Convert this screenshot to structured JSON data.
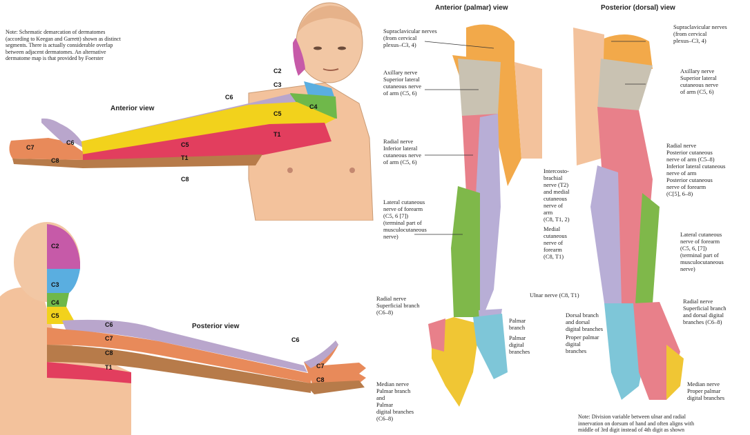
{
  "colors": {
    "skin": "#f3c29c",
    "C2": "#c65aa8",
    "C3": "#5aaee0",
    "C4": "#6fb84a",
    "C5": "#f2d21c",
    "C6": "#b9a6cc",
    "C7": "#e88a5a",
    "C8": "#b77b4a",
    "T1": "#e23e5e",
    "supraclavicular": "#f2a94a",
    "axillary": "#c9c2b2",
    "radial": "#e8808a",
    "lateral_cutaneous": "#7fb84a",
    "medial_cutaneous": "#b8aed6",
    "ulnar": "#7ec6d8",
    "median": "#f0c634"
  },
  "left": {
    "note": "Note: Schematic demarcation of dermatomes\n(according to Keegan and Garrett) shown as distinct\nsegments. There is actually considerable overlap\nbetween adjacent dermatomes. An alternative\ndermatome map is that provided by Foerster",
    "anterior_view_title": "Anterior view",
    "posterior_view_title": "Posterior view",
    "anterior_labels": {
      "c2": "C2",
      "c3": "C3",
      "c4": "C4",
      "c5_shoulder": "C5",
      "c6_arm": "C6",
      "c6_hand": "C6",
      "c7": "C7",
      "c8": "C8",
      "c5_arm": "C5",
      "t1_arm": "T1",
      "t1_chest": "T1",
      "c8_bottom": "C8"
    },
    "posterior_labels": {
      "c2": "C2",
      "c3": "C3",
      "c4": "C4",
      "c5": "C5",
      "c6": "C6",
      "c7": "C7",
      "c8": "C8",
      "t1": "T1",
      "c6_hand": "C6",
      "c7_hand": "C7",
      "c8_hand": "C8"
    }
  },
  "right": {
    "anterior_title": "Anterior (palmar) view",
    "posterior_title": "Posterior (dorsal) view",
    "labels": {
      "supraclavicular_l": "Supraclavicular nerves\n(from cervical\nplexus–C3, 4)",
      "supraclavicular_r": "Supraclavicular nerves\n(from cervical\nplexus–C3, 4)",
      "axillary_l": "Axillary nerve\nSuperior lateral\ncutaneous nerve\nof arm (C5, 6)",
      "axillary_r": "Axillary nerve\nSuperior lateral\ncutaneous nerve\nof arm (C5, 6)",
      "radial_l": "Radial nerve\nInferior lateral\ncutaneous nerve\nof arm (C5, 6)",
      "radial_r": "Radial nerve\nPosterior cutaneous\nnerve of arm (C5–8)\nInferior lateral cutaneous\nnerve of arm\nPosterior cutaneous\nnerve of forearm\n(C[5], 6–8)",
      "intercosto": "Intercosto-\nbrachial\nnerve (T2)\nand medial\ncutaneous\nnerve of\narm\n(C8, T1, 2)",
      "medial_cut": "Medial\ncutaneous\nnerve of\nforearm\n(C8, T1)",
      "lateral_l": "Lateral cutaneous\nnerve of forearm\n(C5, 6 [7])\n(terminal part of\nmusculocutaneous\nnerve)",
      "lateral_r": "Lateral cutaneous\nnerve of forearm\n(C5, 6, [7])\n(terminal part of\nmusculocutaneous\nnerve)",
      "ulnar": "Ulnar nerve (C8, T1)",
      "radial_sup_l": "Radial nerve\nSuperficial branch\n(C6–8)",
      "radial_sup_r": "Radial nerve\nSuperficial branch\nand dorsal digital\nbranches (C6–8)",
      "palmar_branch": "Palmar\nbranch",
      "palmar_digital": "Palmar\ndigital\nbranches",
      "dorsal_branch": "Dorsal branch\nand dorsal\ndigital branches",
      "proper_palmar": "Proper palmar\ndigital\nbranches",
      "median_l": "Median nerve\nPalmar branch\nand\nPalmar\ndigital branches\n(C6–8)",
      "median_r": "Median nerve\nProper palmar\ndigital branches",
      "note_bottom": "Note: Division variable between ulnar and radial\ninnervation on dorsum of hand and often aligns with\nmiddle of 3rd digit instead of 4th digit as shown"
    }
  }
}
